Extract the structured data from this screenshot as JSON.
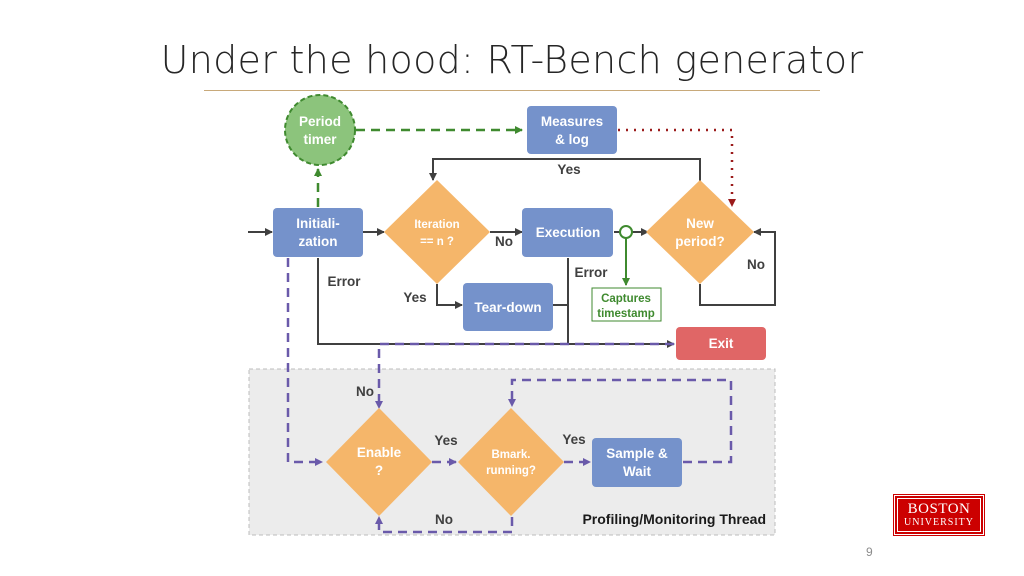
{
  "slide": {
    "title": "Under the hood: RT-Bench generator",
    "page_number": "9",
    "logo": {
      "line1": "BOSTON",
      "line2": "UNIVERSITY"
    }
  },
  "colors": {
    "blue_node": "#7592cb",
    "orange_node": "#f5b66a",
    "green_node": "#8cc47c",
    "red_node": "#e06666",
    "dashed_green": "#3f8a2f",
    "dashed_purple": "#6a5aaa",
    "dotted_red": "#9b1b1b",
    "solid_line": "#404040",
    "thread_bg": "#ececec",
    "brand": "#cc0000"
  },
  "nodes": {
    "period_timer": [
      "Period",
      "timer"
    ],
    "measures_log": [
      "Measures",
      "& log"
    ],
    "initialization": [
      "Initiali-",
      "zation"
    ],
    "iteration": [
      "Iteration",
      "== n ?"
    ],
    "execution": "Execution",
    "new_period": [
      "New",
      "period?"
    ],
    "tear_down": "Tear-down",
    "captures_timestamp": [
      "Captures",
      "timestamp"
    ],
    "exit": "Exit",
    "enable": [
      "Enable",
      "?"
    ],
    "bmark_running": [
      "Bmark.",
      "running?"
    ],
    "sample_wait": [
      "Sample &",
      "Wait"
    ]
  },
  "edge_labels": {
    "yes_top": "Yes",
    "no_iteration": "No",
    "no_new_period": "No",
    "error_init": "Error",
    "error_exec": "Error",
    "yes_teardown": "Yes",
    "no_enable": "No",
    "yes_enable": "Yes",
    "yes_bmark": "Yes",
    "no_bottom": "No"
  },
  "thread_label": "Profiling/Monitoring Thread"
}
